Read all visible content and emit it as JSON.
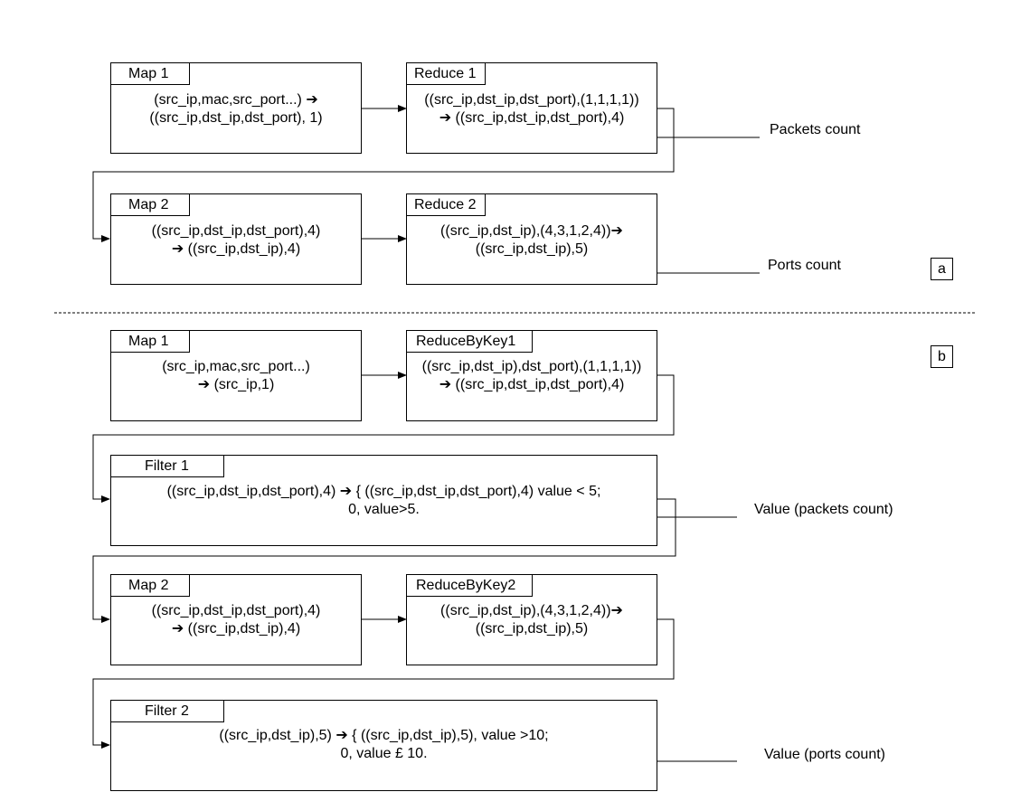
{
  "section_a": {
    "marker": "a",
    "map1": {
      "title": "Map 1",
      "line1": "(src_ip,mac,src_port...) ➔",
      "line2": "((src_ip,dst_ip,dst_port), 1)"
    },
    "reduce1": {
      "title": "Reduce 1",
      "line1": "((src_ip,dst_ip,dst_port),(1,1,1,1))",
      "line2": "➔ ((src_ip,dst_ip,dst_port),4)"
    },
    "map2": {
      "title": "Map 2",
      "line1": "((src_ip,dst_ip,dst_port),4)",
      "line2": "➔ ((src_ip,dst_ip),4)"
    },
    "reduce2": {
      "title": "Reduce 2",
      "line1": "((src_ip,dst_ip),(4,3,1,2,4))➔",
      "line2": "((src_ip,dst_ip),5)"
    },
    "annotation_packets": "Packets count",
    "annotation_ports": "Ports count"
  },
  "section_b": {
    "marker": "b",
    "map1": {
      "title": "Map 1",
      "line1": "(src_ip,mac,src_port...)",
      "line2": "➔ (src_ip,1)"
    },
    "reducebykey1": {
      "title": "ReduceByKey1",
      "line1": "((src_ip,dst_ip),dst_port),(1,1,1,1))",
      "line2": "➔ ((src_ip,dst_ip,dst_port),4)"
    },
    "filter1": {
      "title": "Filter 1",
      "line1": "((src_ip,dst_ip,dst_port),4) ➔  { ((src_ip,dst_ip,dst_port),4) value < 5;",
      "line2": "0, value>5."
    },
    "map2": {
      "title": "Map 2",
      "line1": "((src_ip,dst_ip,dst_port),4)",
      "line2": "➔ ((src_ip,dst_ip),4)"
    },
    "reducebykey2": {
      "title": "ReduceByKey2",
      "line1": "((src_ip,dst_ip),(4,3,1,2,4))➔",
      "line2": "((src_ip,dst_ip),5)"
    },
    "filter2": {
      "title": "Filter 2",
      "line1": "((src_ip,dst_ip),5) ➔  { ((src_ip,dst_ip),5), value >10;",
      "line2": "0, value £ 10."
    },
    "annotation_packets": "Value (packets count)",
    "annotation_ports": "Value (ports count)"
  }
}
